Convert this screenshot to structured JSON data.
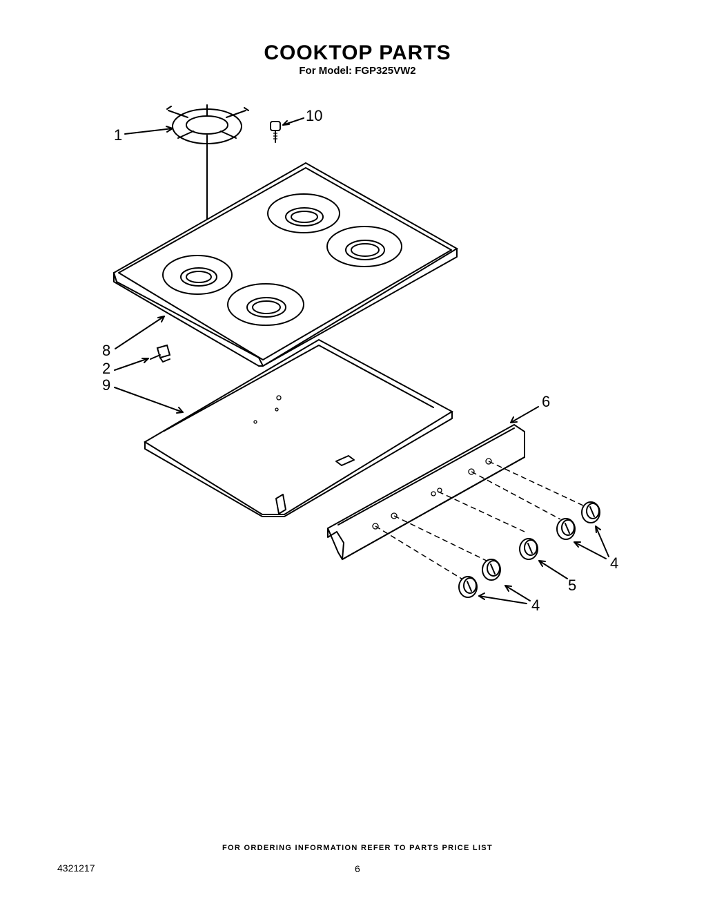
{
  "title": "COOKTOP PARTS",
  "subtitle": "For Model: FGP325VW2",
  "footer": "FOR ORDERING INFORMATION REFER TO PARTS PRICE LIST",
  "doc_number": "4321217",
  "page_number": "6",
  "callouts": {
    "grate": "1",
    "clip": "2",
    "knob_left": "4",
    "knob_right": "4",
    "knob_center": "5",
    "control_panel": "6",
    "cooktop": "8",
    "burner_box": "9",
    "screw": "10"
  }
}
